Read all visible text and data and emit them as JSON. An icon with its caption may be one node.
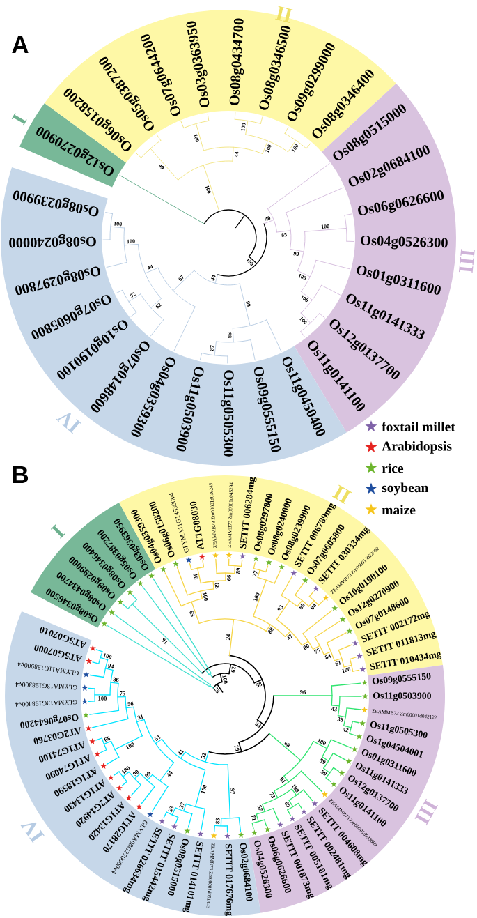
{
  "diagram": {
    "nodes": [
      {
        "text": [
          "I",
          "Os12g0270900"
        ]
      },
      {
        "text": [
          "II",
          "Os06g0158200",
          "Os05g0387200",
          "Os07g0644200",
          "Os03g0363950",
          "Os08g0434700",
          "Os08g0346500",
          "Os09g0299000",
          "Os08g0346400"
        ]
      },
      {
        "text": [
          "III",
          "Os08g0515000",
          "Os02g0684100",
          "Os06g0626600",
          "Os04g0526300",
          "Os01g0311600",
          "Os11g0141333",
          "Os12g0137700",
          "Os11g0141100"
        ]
      },
      {
        "text": [
          "IV",
          "Os08g0239900",
          "Os08g0240000",
          "Os08g0297800",
          "Os07g0605800",
          "Os10g0190100",
          "Os07g0148600",
          "Os04g0359300",
          "Os11g0503900",
          "Os11g0505300",
          "Os09g0555150",
          "Os11g0450400"
        ]
      },
      {
        "text": [
          "I",
          "Os03g0363950",
          "Os05g0387200",
          "Os08g0346400",
          "Os09g0299000",
          "Os08g0434700",
          "Os08g0346500"
        ]
      },
      {
        "text": [
          "II",
          "Os04g0359300",
          "Os06g0158200",
          "GLYMA11G145300v4",
          "AT1G08030",
          "ZEAMMB73 Zm00001d036245",
          "ZEAMMB73 Zm00001d045294",
          "SETIT 006284mg",
          "Os08g0297800",
          "Os08g0240000",
          "Os08g0239900",
          "SETIT 006789mg",
          "Os07g0605800",
          "SETIT 030334mg",
          "ZEAMMB73 Zm00001d022092",
          "Os10g0190100",
          "Os12g0270900",
          "Os07g0148600",
          "SETIT 002172mg",
          "SETIT 011813mg",
          "SETIT 010434mg"
        ]
      },
      {
        "text": [
          "III",
          "Os09g0555150",
          "Os11g0503900",
          "ZEAMMB73 Zm00001d042122",
          "Os11g0505300",
          "Os1g04504001",
          "Os01g0311600",
          "Os11g0141333",
          "Os12g0137700",
          "Os11g0141100",
          "ZEAMMB73 Zm00001d039669",
          "SETIT 004608mg",
          "SETIT 002481mg",
          "SETIT 005181mg",
          "SETIT 001873mg",
          "Os06g0626600",
          "Os04g0526300"
        ]
      },
      {
        "text": [
          "IV",
          "AT5G07010",
          "AT5G07000",
          "GLYMA11G158900v4",
          "GLYMA13G198300v4",
          "GLYMA13G198400v4",
          "Os07g0644200",
          "AT2G03760",
          "AT1G74100",
          "AT1G74090",
          "AT1G18590",
          "AT1G13430",
          "AT2G14920",
          "AT1G13420",
          "AT1G28170",
          "GLYMA08G270000v4",
          "SETIT 026634mg",
          "SETIT 015442mg",
          "Os08g0515000",
          "SETIT 014101mg",
          "ZEAMMB73 Zm00001d051473",
          "SETIT 017676mg",
          "Os02g0684100"
        ]
      }
    ],
    "labels": [
      "A",
      "100",
      "44",
      "67",
      "44",
      "100",
      "100",
      "62",
      "92",
      "99",
      "98",
      "87",
      "40",
      "85",
      "99",
      "100",
      "100",
      "100",
      "100",
      "100",
      "44",
      "100",
      "100",
      "100",
      "100",
      "49",
      "B",
      "25",
      "100",
      "62",
      "91",
      "58",
      "24",
      "65",
      "100",
      "68",
      "66",
      "89",
      "16",
      "88",
      "47",
      "80",
      "75",
      "84",
      "61",
      "100",
      "93",
      "85",
      "94",
      "100",
      "77",
      "33",
      "96",
      "43",
      "38",
      "42",
      "29",
      "68",
      "100",
      "99",
      "99",
      "91",
      "73",
      "57",
      "71",
      "100",
      "69",
      "52",
      "41",
      "51",
      "31",
      "56",
      "75",
      "86",
      "94",
      "100",
      "100",
      "100",
      "68",
      "44",
      "99",
      "90",
      "100",
      "100",
      "37",
      "53",
      "97",
      "83"
    ],
    "legend": [
      {
        "text": "foxtail millet",
        "color": "#7f62a8"
      },
      {
        "text": "Arabidopsis",
        "color": "#e52420"
      },
      {
        "text": "rice",
        "color": "#6cb52d"
      },
      {
        "text": "soybean",
        "color": "#1f4e9f"
      },
      {
        "text": "maize",
        "color": "#f6c51c"
      }
    ]
  }
}
